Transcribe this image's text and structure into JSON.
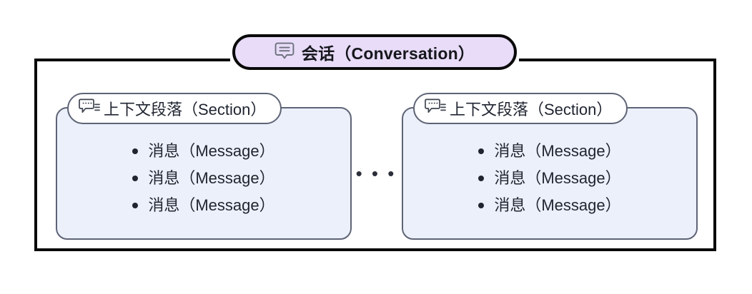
{
  "diagram": {
    "frame": {
      "title": {
        "icon": "speech-bubble-lines-icon",
        "label": "会话（Conversation）"
      },
      "border_color": "#0a0a0a",
      "title_fill": "#e8dcf8"
    },
    "sections": [
      {
        "header": {
          "icon": "speech-bubble-dots-list-icon",
          "label": "上下文段落（Section）"
        },
        "items": [
          {
            "label": "消息（Message）"
          },
          {
            "label": "消息（Message）"
          },
          {
            "label": "消息（Message）"
          }
        ],
        "fill": "#ecf0fa",
        "border_color": "#5e6476"
      },
      {
        "header": {
          "icon": "speech-bubble-dots-list-icon",
          "label": "上下文段落（Section）"
        },
        "items": [
          {
            "label": "消息（Message）"
          },
          {
            "label": "消息（Message）"
          },
          {
            "label": "消息（Message）"
          }
        ],
        "fill": "#ecf0fa",
        "border_color": "#5e6476"
      }
    ],
    "separator": {
      "label": "• • •",
      "meaning": "more-sections-ellipsis"
    },
    "text_color": "#1f2430"
  }
}
